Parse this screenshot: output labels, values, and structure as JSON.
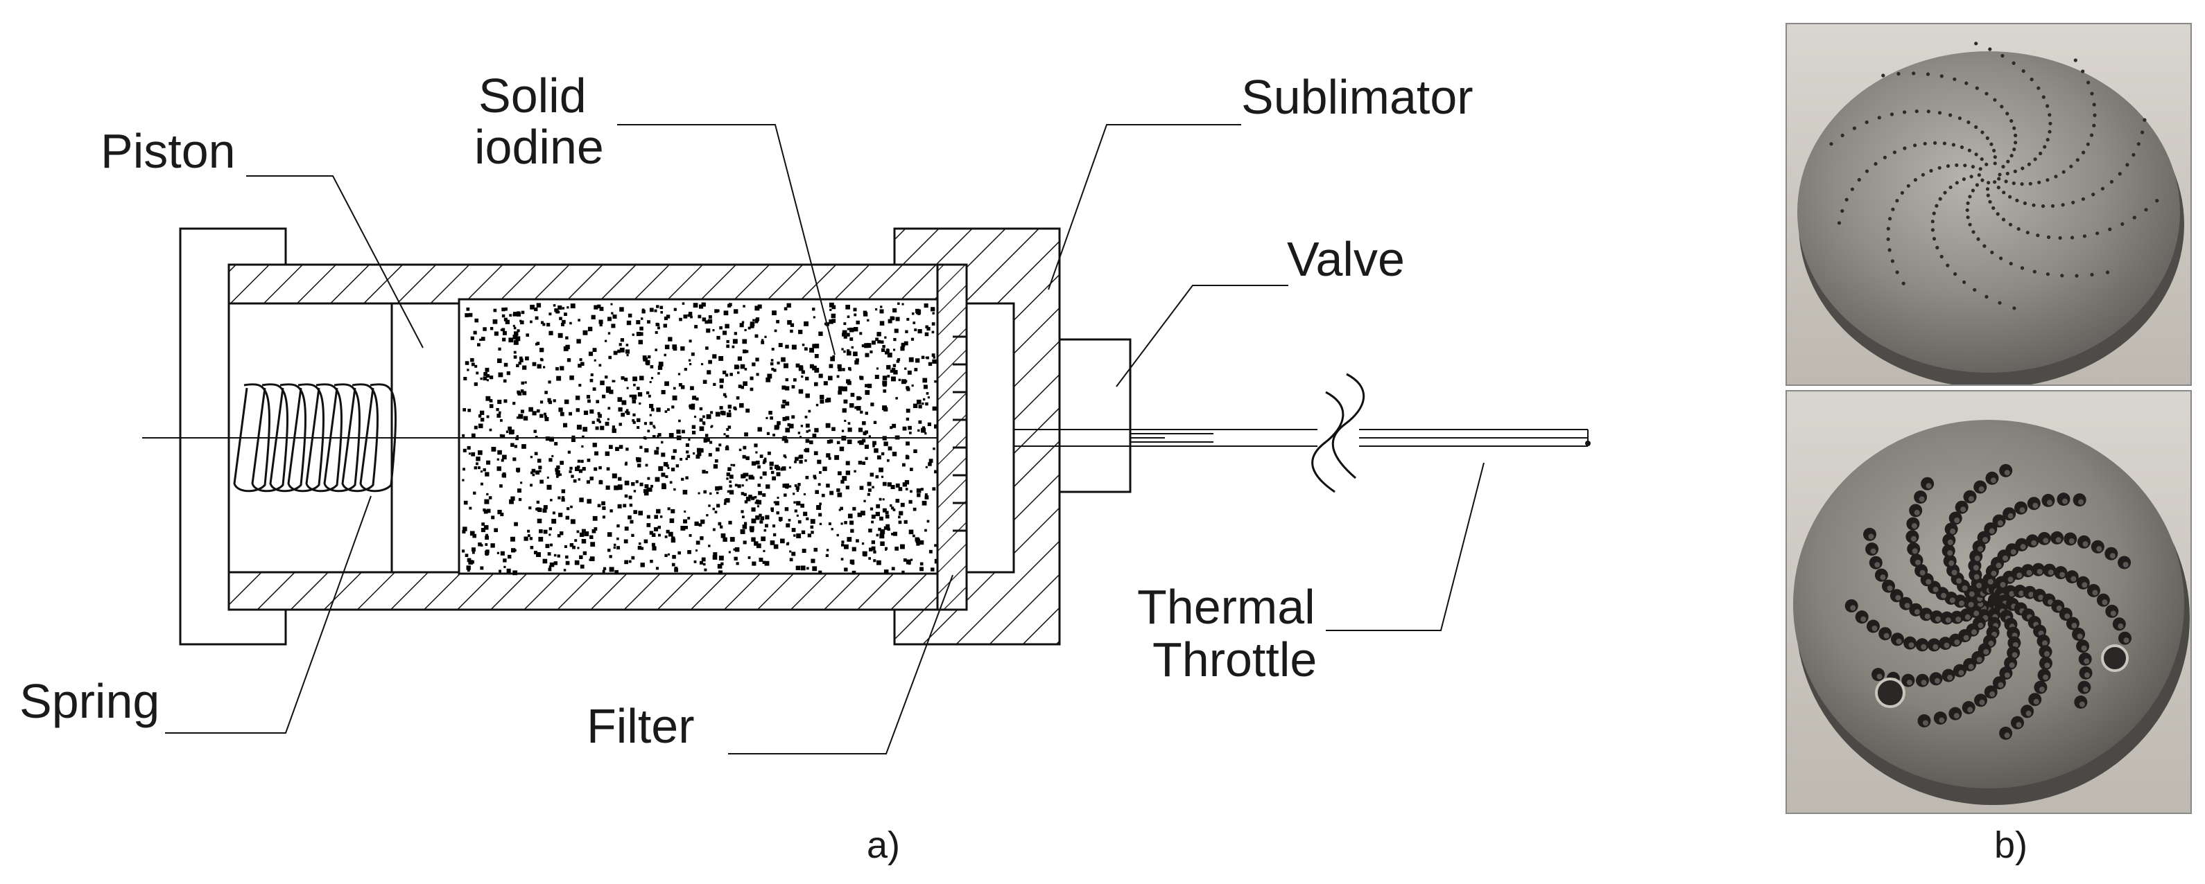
{
  "diagram": {
    "labels": {
      "piston": "Piston",
      "solid_line1": "Solid",
      "solid_line2": "iodine",
      "sublimator": "Sublimator",
      "valve": "Valve",
      "thermal_line1": "Thermal",
      "thermal_line2": "Throttle",
      "spring": "Spring",
      "filter": "Filter"
    },
    "captions": {
      "a": "a)",
      "b": "b)"
    }
  },
  "photos": {
    "top": {
      "subject": "metal disc with fine micro-hole pattern",
      "color": "#8f8d89"
    },
    "bottom": {
      "subject": "metal disc with large drilled hole spiral pattern",
      "color": "#8a8883"
    }
  },
  "colors": {
    "ink": "#111111",
    "iodine_dots": "#000000",
    "photo_bg": "#c9c6bf"
  }
}
